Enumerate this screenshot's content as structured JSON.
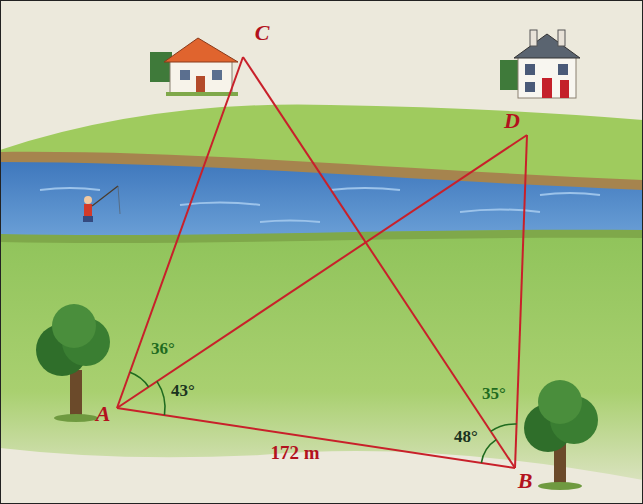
{
  "diagram": {
    "labels": [
      "C",
      "D",
      "36°",
      "43°",
      "35°",
      "A",
      "48°",
      "172 m",
      "B"
    ]
  }
}
